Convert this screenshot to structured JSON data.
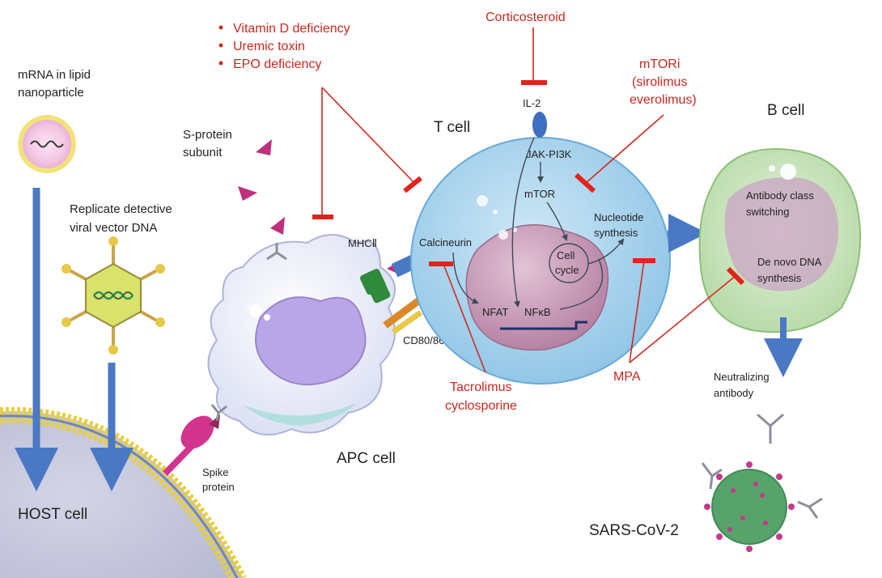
{
  "labels": {
    "mrna": [
      "mRNA in lipid",
      "nanoparticle"
    ],
    "viral_vector": [
      "Replicate detective",
      "viral vector DNA"
    ],
    "s_protein": [
      "S-protein",
      "subunit"
    ],
    "host_cell": "HOST cell",
    "spike_protein": [
      "Spike",
      "protein"
    ],
    "apc_cell": "APC cell",
    "mhc": "MHCⅡ",
    "cd80": "CD80/86",
    "t_cell": "T cell",
    "il2": "IL-2",
    "jak": "JAK-PI3K",
    "mtor": "mTOR",
    "calcineurin": "Calcineurin",
    "nucleotide": [
      "Nucleotide",
      "synthesis"
    ],
    "cell_cycle": [
      "Cell",
      "cycle"
    ],
    "nfat": "NFAT",
    "nfkb": "NFκB",
    "b_cell": "B cell",
    "antibody_class": [
      "Antibody class",
      "switching"
    ],
    "de_novo": [
      "De novo DNA",
      "synthesis"
    ],
    "neutralizing": [
      "Neutralizing",
      "antibody"
    ],
    "sars": "SARS-CoV-2"
  },
  "inhibitors": {
    "bullets": [
      "Vitamin D deficiency",
      "Uremic toxin",
      "EPO deficiency"
    ],
    "corticosteroid": "Corticosteroid",
    "mtori": [
      "mTORi",
      "(sirolimus",
      "everolimus)"
    ],
    "tacrolimus": [
      "Tacrolimus",
      "cyclosporine"
    ],
    "mpa": "MPA"
  },
  "colors": {
    "inhibitor_red": "#e2231a",
    "text_red": "#c8281e",
    "arrow_blue": "#4a78c4",
    "t_cell_fill": "#a9d3ec",
    "b_cell_fill": "#cfe6c4",
    "nucleus_fill": "#c79ab4",
    "apc_nucleus": "#b9a6e6",
    "host_fill": "#c9cbe0",
    "virus_fill": "#58a36b",
    "mhc_green": "#2f8a3c"
  }
}
